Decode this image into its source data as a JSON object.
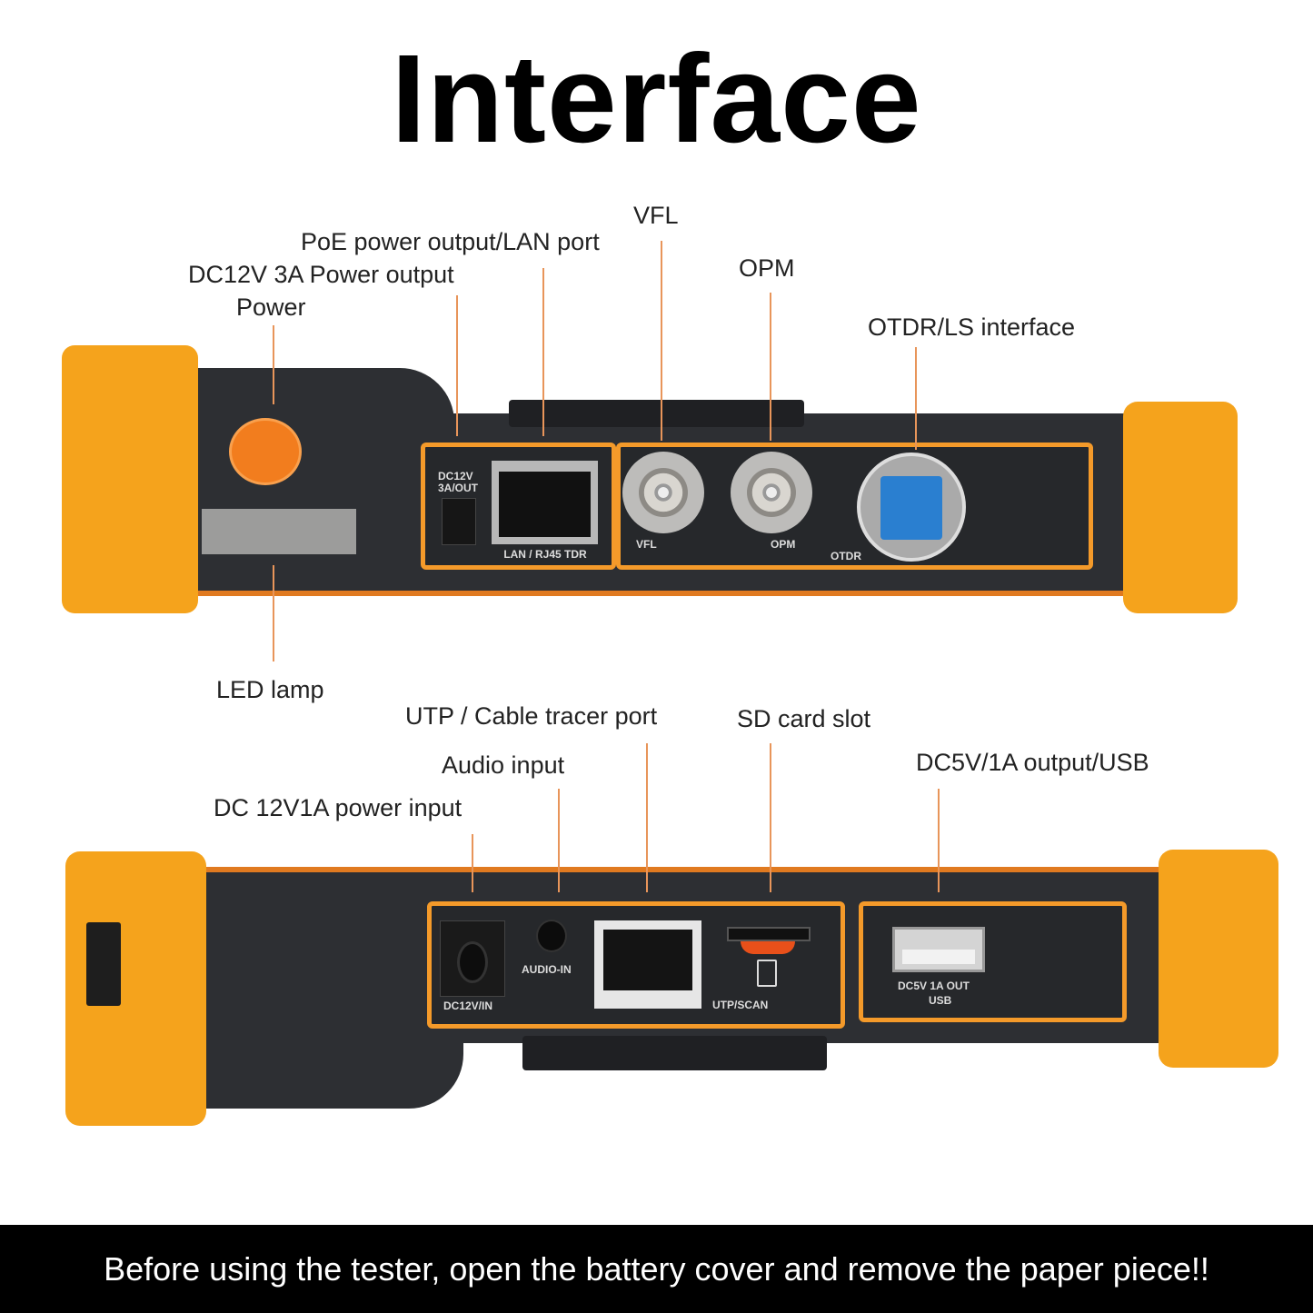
{
  "title": "Interface",
  "top_view": {
    "callouts": {
      "power": "Power",
      "dc_output": "DC12V 3A Power output",
      "poe_lan": "PoE power output/LAN port",
      "vfl": "VFL",
      "opm": "OPM",
      "otdr": "OTDR/LS interface",
      "led": "LED lamp"
    },
    "device_labels": {
      "dc_out": "DC12V\n3A/OUT",
      "lan": "LAN / RJ45 TDR",
      "vfl": "VFL",
      "opm": "OPM",
      "otdr": "OTDR"
    }
  },
  "bottom_view": {
    "callouts": {
      "dc_input": "DC 12V1A power input",
      "audio": "Audio input",
      "utp": "UTP / Cable tracer port",
      "sd": "SD card slot",
      "usb": "DC5V/1A output/USB"
    },
    "device_labels": {
      "dc_in": "DC12V/IN",
      "audio_in": "AUDIO-IN",
      "utp_scan": "UTP/SCAN",
      "usb_out": "DC5V 1A OUT",
      "usb": "USB"
    }
  },
  "footer": "Before using the tester, open the battery cover and remove the paper piece!!",
  "colors": {
    "accent": "#f5a31c",
    "body": "#2d2f33",
    "leader": "#e8955a"
  }
}
